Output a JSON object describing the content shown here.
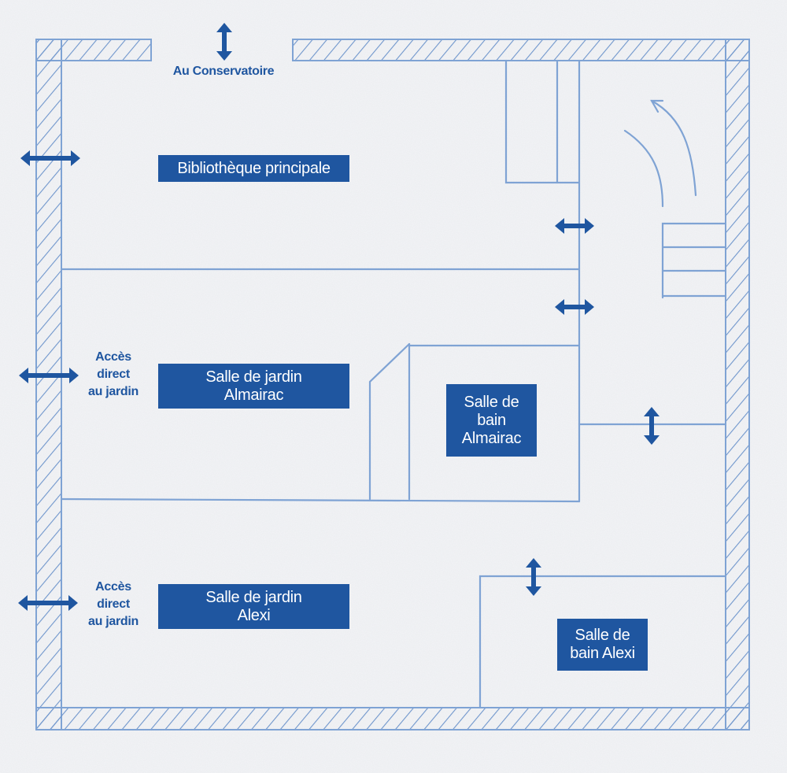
{
  "colors": {
    "paper": "#f3f4f6",
    "pencil": "#7fa3d4",
    "hatch": "#6f96cc",
    "accent": "#1f56a0"
  },
  "icons": {
    "door": "double-arrow-icon",
    "stairs": "curved-arrow-icon"
  },
  "labels": {
    "conservatoire": "Au Conservatoire",
    "bibliotheque": "Bibliothèque principale",
    "jardin_almairac": "Salle de jardin\nAlmairac",
    "bain_almairac": "Salle de\nbain\nAlmairac",
    "jardin_alexi": "Salle de jardin\nAlexi",
    "bain_alexi": "Salle de\nbain Alexi",
    "acces_1": "Accès\ndirect\nau jardin",
    "acces_2": "Accès\ndirect\nau jardin"
  }
}
